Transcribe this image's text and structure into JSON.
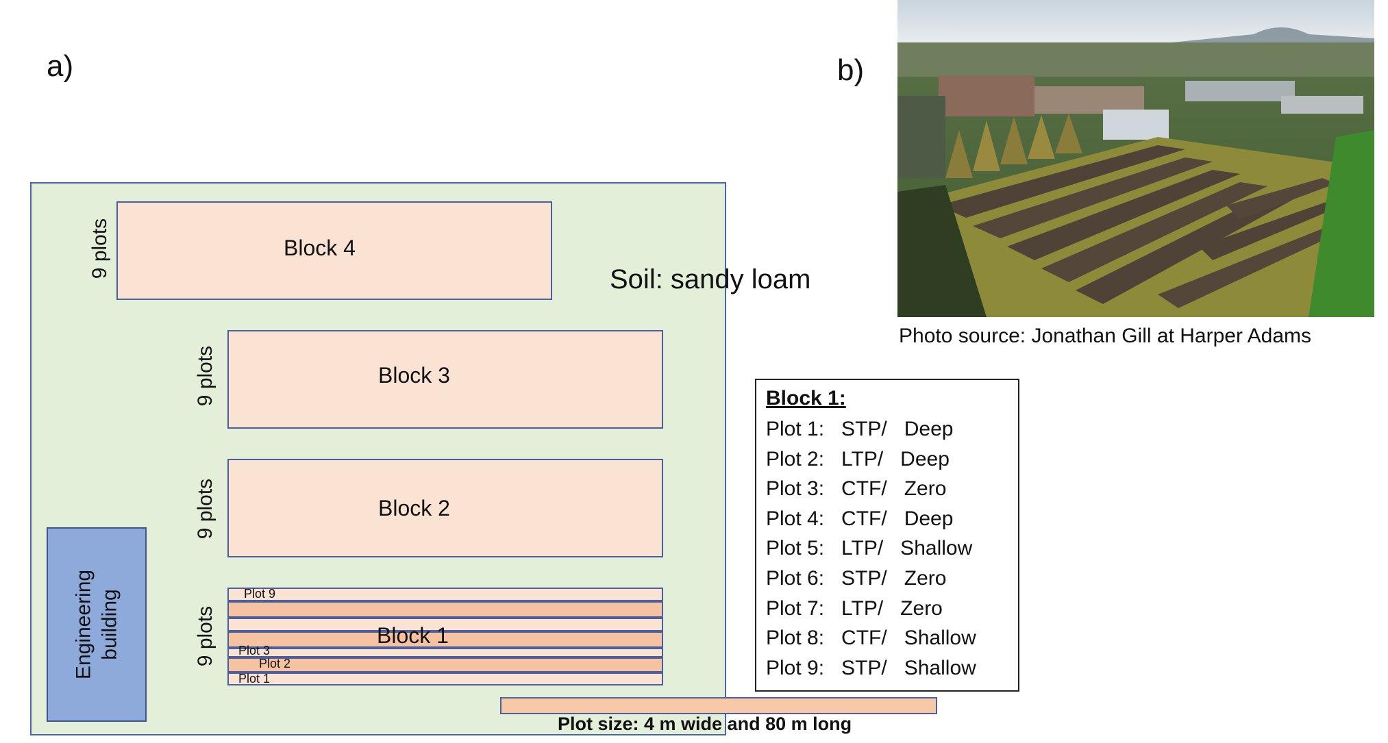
{
  "panel_a": {
    "label": "a)",
    "soil_label": "Soil: sandy loam",
    "blocks": [
      {
        "label": "Block 4",
        "plots_label": "9 plots"
      },
      {
        "label": "Block 3",
        "plots_label": "9 plots"
      },
      {
        "label": "Block 2",
        "plots_label": "9 plots"
      },
      {
        "label": "Block 1",
        "plots_label": "9 plots"
      }
    ],
    "block1_plot_labels": {
      "plot9": "Plot 9",
      "plot3": "Plot 3",
      "plot2": "Plot 2",
      "plot1": "Plot 1"
    },
    "engineering_label_line1": "Engineering",
    "engineering_label_line2": "building",
    "plot_size_label": "Plot size: 4 m wide and 80 m long",
    "legend": {
      "title": "Block 1:",
      "rows": [
        "Plot 1:   STP/   Deep",
        "Plot 2:   LTP/   Deep",
        "Plot 3:   CTF/   Zero",
        "Plot 4:   CTF/   Deep",
        "Plot 5:   LTP/   Shallow",
        "Plot 6:   STP/   Zero",
        "Plot 7:   LTP/   Zero",
        "Plot 8:   CTF/   Shallow",
        "Plot 9:   STP/   Shallow"
      ]
    },
    "colors": {
      "field": "#e3efd9",
      "block": "#fbe3d4",
      "strip_dark": "#f5c3a2",
      "engineering": "#8eaadb",
      "border": "#4a5f9c"
    }
  },
  "panel_b": {
    "label": "b)",
    "photo_caption": "Photo source: Jonathan Gill at Harper Adams"
  }
}
